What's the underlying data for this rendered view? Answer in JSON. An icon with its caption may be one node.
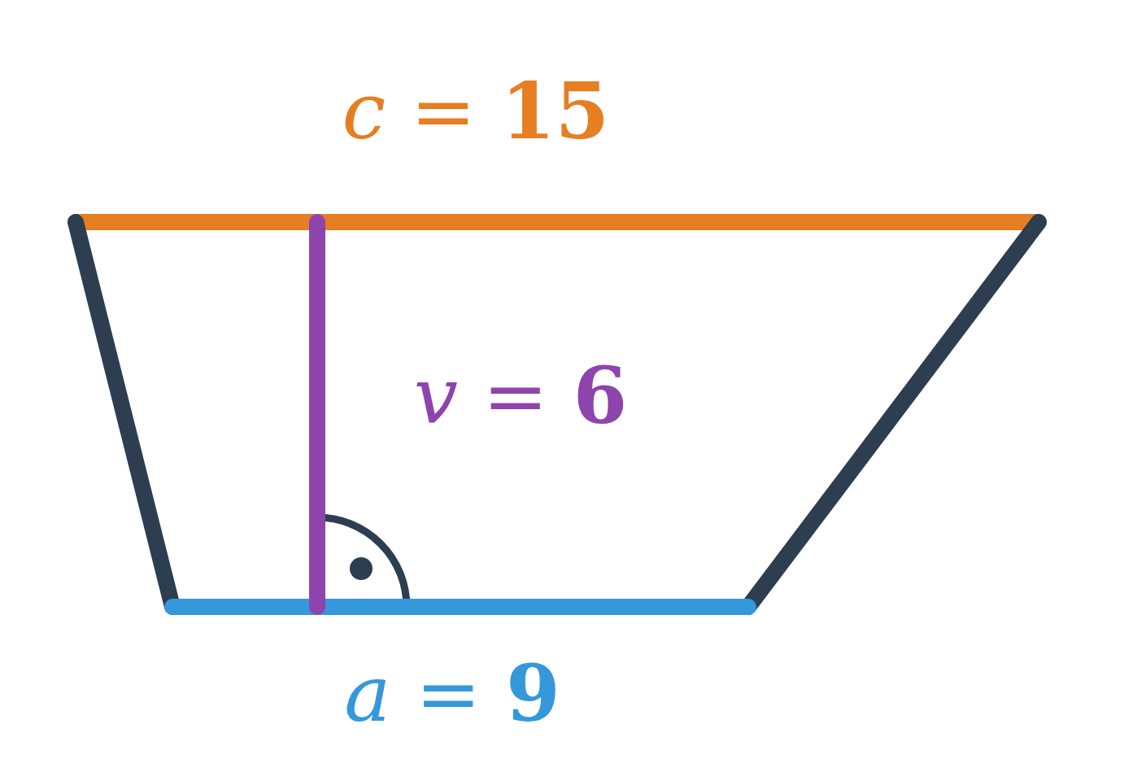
{
  "diagram": {
    "labels": [
      "*c* = **15**",
      "*v* = **6**",
      "*a* = **9**"
    ]
  }
}
